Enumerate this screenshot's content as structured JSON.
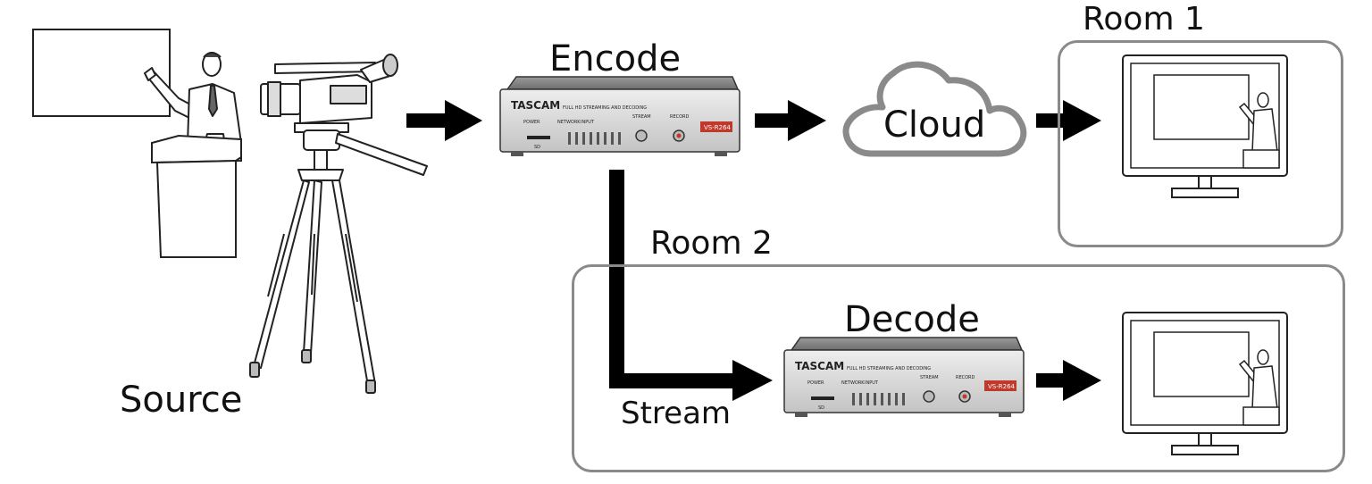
{
  "labels": {
    "encode": "Encode",
    "decode": "Decode",
    "cloud": "Cloud",
    "source": "Source",
    "stream": "Stream",
    "room1": "Room 1",
    "room2": "Room 2"
  },
  "device": {
    "brand": "TASCAM",
    "model": "VS-R264",
    "subtitle": "FULL HD STREAMING AND DECODING",
    "led_power": "POWER",
    "led_status": "NETWORK",
    "led_input": "INPUT",
    "led_stream": "STREAM",
    "led_record": "RECORD",
    "sd": "SD"
  },
  "colors": {
    "arrow": "#000000",
    "frame": "#8a8a8a",
    "device_face": "#d6d6d6",
    "device_badge": "#c0392b"
  }
}
